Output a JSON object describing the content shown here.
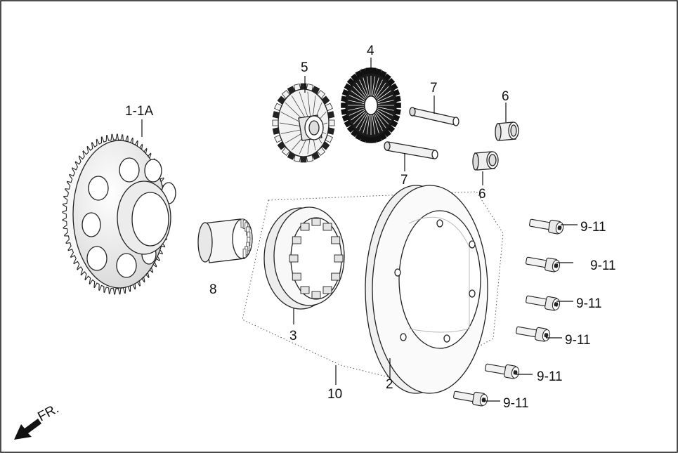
{
  "colors": {
    "line": "#222222",
    "label": "#111111",
    "fill_light": "#f4f4f4",
    "fill_dark": "#1a1a1a",
    "background": "#ffffff"
  },
  "labels": {
    "gear_1_1a": "1-1A",
    "gear_5": "5",
    "gear_4": "4",
    "pin_7_top": "7",
    "pin_7_bottom": "7",
    "bushing_6_top": "6",
    "bushing_6_bottom": "6",
    "bearing_8": "8",
    "clutch_3": "3",
    "assembly_10": "10",
    "housing_2": "2",
    "bolt_a": "9-11",
    "bolt_b": "9-11",
    "bolt_c": "9-11",
    "bolt_d": "9-11",
    "bolt_e": "9-11",
    "bolt_f": "9-11"
  },
  "direction": {
    "text": "FR.",
    "icon": "arrow-down-left-icon"
  }
}
